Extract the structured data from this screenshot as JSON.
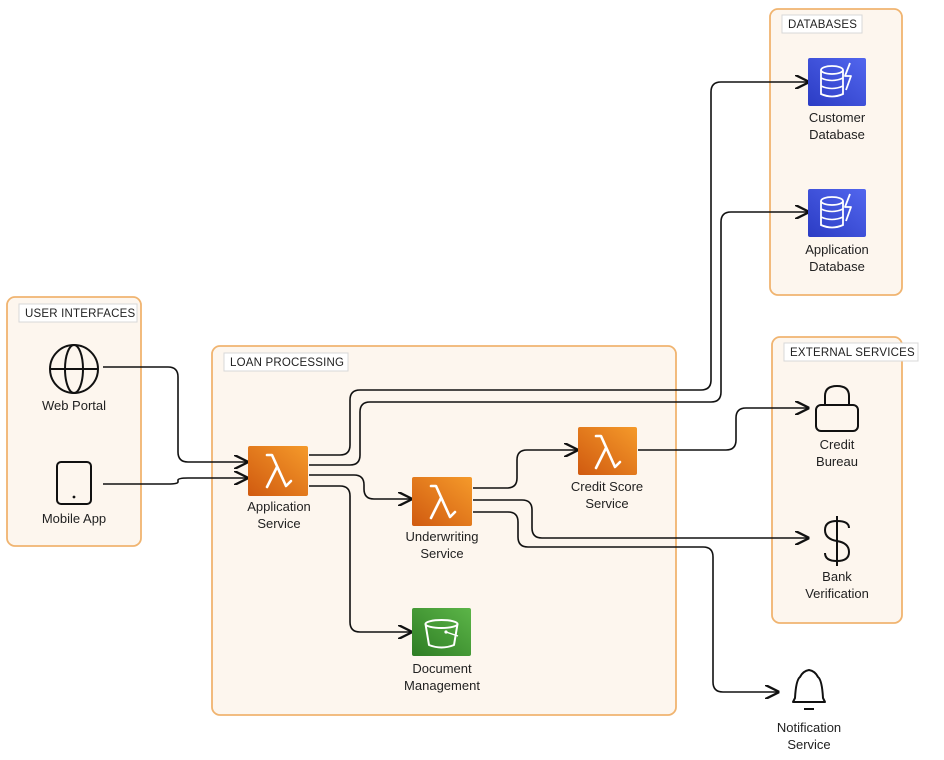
{
  "groups": {
    "user_interfaces": "USER INTERFACES",
    "loan_processing": "LOAN PROCESSING",
    "databases": "DATABASES",
    "external_services": "EXTERNAL SERVICES"
  },
  "nodes": {
    "web_portal": {
      "line1": "Web Portal",
      "line2": "",
      "icon": "globe-icon"
    },
    "mobile_app": {
      "line1": "Mobile App",
      "line2": "",
      "icon": "mobile-icon"
    },
    "application_service": {
      "line1": "Application",
      "line2": "Service",
      "icon": "lambda-icon"
    },
    "underwriting_service": {
      "line1": "Underwriting",
      "line2": "Service",
      "icon": "lambda-icon"
    },
    "credit_score_service": {
      "line1": "Credit Score",
      "line2": "Service",
      "icon": "lambda-icon"
    },
    "document_management": {
      "line1": "Document",
      "line2": "Management",
      "icon": "bucket-icon"
    },
    "customer_database": {
      "line1": "Customer",
      "line2": "Database",
      "icon": "database-icon"
    },
    "application_database": {
      "line1": "Application",
      "line2": "Database",
      "icon": "database-icon"
    },
    "credit_bureau": {
      "line1": "Credit",
      "line2": "Bureau",
      "icon": "lock-icon"
    },
    "bank_verification": {
      "line1": "Bank",
      "line2": "Verification",
      "icon": "dollar-icon"
    },
    "notification_service": {
      "line1": "Notification",
      "line2": "Service",
      "icon": "bell-icon"
    }
  },
  "colors": {
    "group_border": "#f0b470",
    "group_fill": "#fdf6ee",
    "lambda_orange": "#e8821e",
    "bucket_green": "#3f9a34",
    "database_blue": "#3b4fd8",
    "edge": "#111111"
  }
}
